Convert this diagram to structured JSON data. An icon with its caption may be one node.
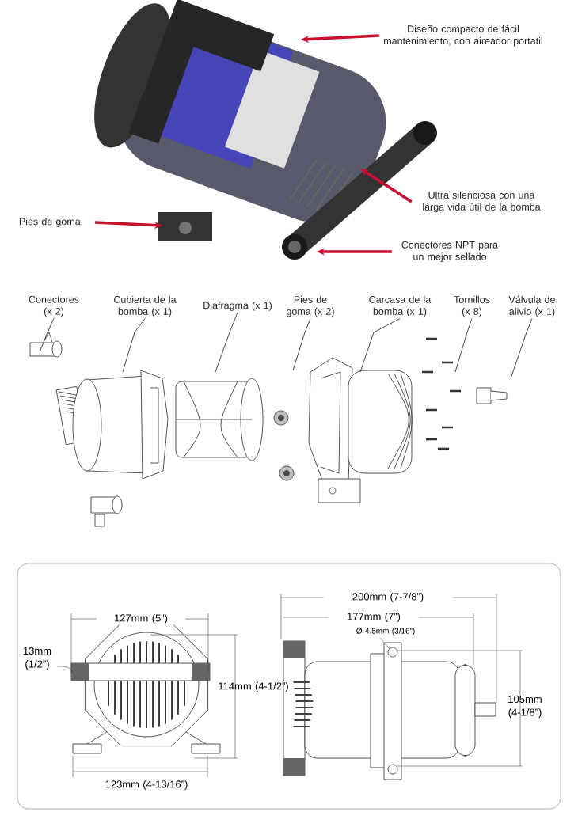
{
  "diagram": {
    "nodes": [
      {
        "text": [
          "Diseño compacto de fácil mantenimiento, con aireador portatil"
        ]
      },
      {
        "text": [
          "Ultra silenciosa con una larga vida útil de la bomba"
        ]
      },
      {
        "text": [
          "Pies de goma"
        ]
      },
      {
        "text": [
          "Conectores NPT para un mejor sellado"
        ]
      },
      {
        "text": [
          "Conectores (x 2)"
        ]
      },
      {
        "text": [
          "Cubierta de la bomba (x 1)"
        ]
      },
      {
        "text": [
          "Diafragma (x 1)"
        ]
      },
      {
        "text": [
          "Pies de goma (x 2)"
        ]
      },
      {
        "text": [
          "Carcasa de la bomba (x 1)"
        ]
      },
      {
        "text": [
          "Tornillos (x 8)"
        ]
      },
      {
        "text": [
          "Válvula de alivio (x 1)"
        ]
      }
    ],
    "edges": [
      {
        "from": 0,
        "to": null,
        "arrow": "to",
        "style": "thick",
        "color": "#c8102e"
      },
      {
        "from": 1,
        "to": null,
        "arrow": "to",
        "style": "thick",
        "color": "#c8102e"
      },
      {
        "from": 2,
        "to": null,
        "arrow": "to",
        "style": "thick",
        "color": "#c8102e"
      },
      {
        "from": 3,
        "to": null,
        "arrow": "to",
        "style": "thick",
        "color": "#c8102e"
      },
      {
        "from": 4,
        "to": null,
        "arrow": "none"
      },
      {
        "from": 5,
        "to": null,
        "arrow": "none"
      },
      {
        "from": 6,
        "to": null,
        "arrow": "none"
      },
      {
        "from": 7,
        "to": null,
        "arrow": "none"
      },
      {
        "from": 8,
        "to": null,
        "arrow": "none"
      },
      {
        "from": 9,
        "to": null,
        "arrow": "none"
      },
      {
        "from": 10,
        "to": null,
        "arrow": "none"
      }
    ],
    "labels": [
      "127mm (5”)",
      "13mm (1/2”)",
      "114mm (4-1/2”)",
      "123mm (4-13/16”)",
      "200mm (7-7/8”)",
      "177mm (7”)",
      "Ø 4.5mm (3/16”)",
      "105mm (4-1/8”)"
    ]
  }
}
